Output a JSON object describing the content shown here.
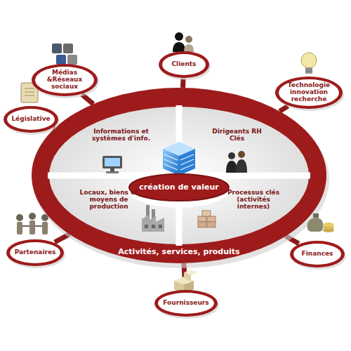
{
  "diagram": {
    "nodes": [
      {
        "text": [
          "Activités, services, produits"
        ]
      },
      {
        "text": [
          "création de valeur"
        ],
        "in": 0
      },
      {
        "text": [
          "Informations et systèmes d'info."
        ],
        "in": 0
      },
      {
        "text": [
          "Dirigeants RH Clés"
        ],
        "in": 0
      },
      {
        "text": [
          "Locaux, biens et moyens de production"
        ],
        "in": 0
      },
      {
        "text": [
          "Processus clés (activités internes)"
        ],
        "in": 0
      },
      {
        "text": [
          "Clients"
        ]
      },
      {
        "text": [
          "Technologie innovation recherche"
        ]
      },
      {
        "text": [
          "Finances"
        ]
      },
      {
        "text": [
          "Fournisseurs"
        ]
      },
      {
        "text": [
          "Partenaires"
        ]
      },
      {
        "text": [
          "Législative"
        ]
      },
      {
        "text": [
          "Médias &Réseaux sociaux"
        ]
      }
    ],
    "edges": [
      {
        "from": 0,
        "to": 6,
        "arrow": "none"
      },
      {
        "from": 0,
        "to": 7,
        "arrow": "none"
      },
      {
        "from": 0,
        "to": 8,
        "arrow": "none"
      },
      {
        "from": 0,
        "to": 9,
        "arrow": "none"
      },
      {
        "from": 0,
        "to": 10,
        "arrow": "none"
      },
      {
        "from": 0,
        "to": 11,
        "arrow": "none"
      },
      {
        "from": 0,
        "to": 12,
        "arrow": "none"
      }
    ]
  }
}
